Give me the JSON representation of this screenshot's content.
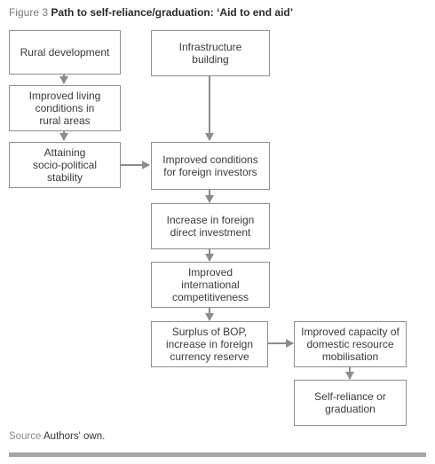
{
  "title": {
    "figure_label": "Figure 3",
    "text": "Path to self-reliance/graduation: ‘Aid to end aid’"
  },
  "boxes": {
    "rural_development": [
      "Rural development"
    ],
    "improved_living": [
      "Improved living",
      "conditions in",
      "rural areas"
    ],
    "socio_political": [
      "Attaining",
      "socio-political",
      "stability"
    ],
    "infrastructure": [
      "Infrastructure",
      "building"
    ],
    "foreign_investors": [
      "Improved conditions",
      "for foreign investors"
    ],
    "fdi": [
      "Increase in foreign",
      "direct investment"
    ],
    "competitiveness": [
      "Improved",
      "international",
      "competitiveness"
    ],
    "bop": [
      "Surplus of BOP,",
      "increase in foreign",
      "currency reserve"
    ],
    "domestic_resource": [
      "Improved capacity of",
      "domestic resource",
      "mobilisation"
    ],
    "self_reliance": [
      "Self-reliance or",
      "graduation"
    ]
  },
  "source": {
    "label": "Source",
    "text": "Authors' own."
  },
  "colors": {
    "arrow": "#8c8c8c",
    "border": "#8e8e8e",
    "rule": "#a5a5a5"
  }
}
